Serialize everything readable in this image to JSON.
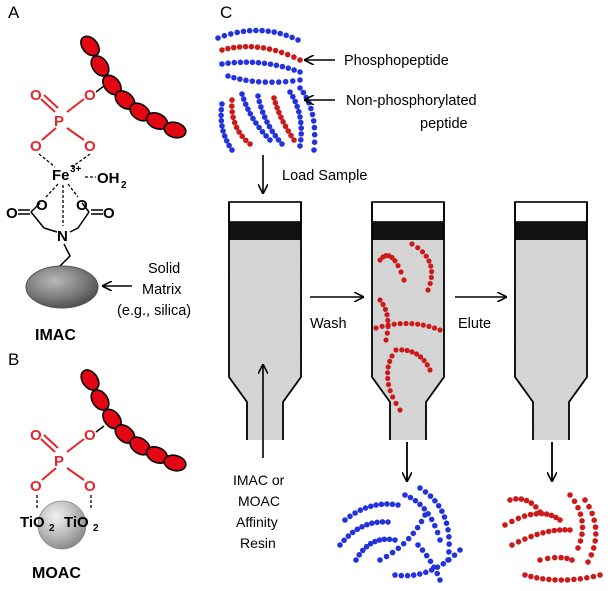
{
  "panels": {
    "a": "A",
    "b": "B",
    "c": "C"
  },
  "panel_a": {
    "phosphate_o": "O",
    "phosphate_p": "P",
    "iron": "Fe",
    "iron_charge": "3+",
    "water": "OH",
    "water_sub": "2",
    "nitrogen": "N",
    "carbonyl_o": "O",
    "solid_matrix_label": [
      "Solid",
      "Matrix",
      "(e.g., silica)"
    ],
    "method_label": "IMAC"
  },
  "panel_b": {
    "tio2_left": "TiO",
    "tio2_right": "TiO",
    "tio2_sub": "2",
    "method_label": "MOAC"
  },
  "panel_c": {
    "phosphopeptide_label": "Phosphopeptide",
    "nonphos_label": [
      "Non-phosphorylated",
      "peptide"
    ],
    "load_sample_label": "Load Sample",
    "wash_label": "Wash",
    "elute_label": "Elute",
    "resin_label": [
      "IMAC or",
      "MOAC",
      "Affinity",
      "Resin"
    ]
  },
  "colors": {
    "phosphopeptide": "#cc1a1a",
    "nonphos_peptide": "#2233dd",
    "phosphate": "#e4262b",
    "bead_red": "#e30613",
    "column_cap": "#111111",
    "resin_fill": "#d9d9d9"
  }
}
